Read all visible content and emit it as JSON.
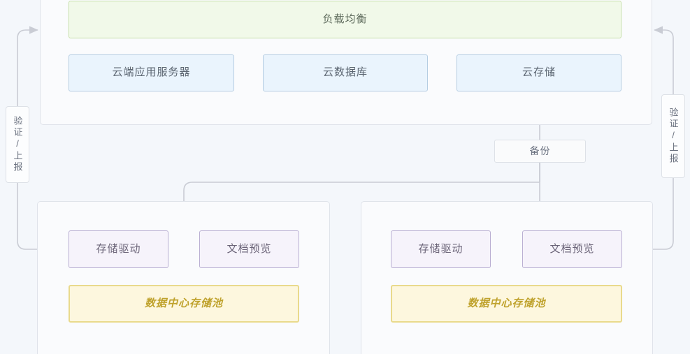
{
  "diagram": {
    "type": "architecture-diagram",
    "background_color": "#f4f7fb",
    "groups": [
      {
        "id": "cloud-group",
        "name": "cloud-layer-group"
      },
      {
        "id": "dc-left-group",
        "name": "datacenter-left-group"
      },
      {
        "id": "dc-right-group",
        "name": "datacenter-right-group"
      }
    ]
  },
  "cloud": {
    "load_balancer": "负载均衡",
    "app_server": "云端应用服务器",
    "database": "云数据库",
    "storage": "云存储",
    "colors": {
      "load_balancer_fill": "#f1f9e9",
      "load_balancer_border": "#c6dfa9",
      "service_fill": "#eaf4fd",
      "service_border": "#b5cde2"
    }
  },
  "backup": {
    "label": "备份",
    "fill": "#fafbfc",
    "border": "#dde1e7"
  },
  "datacenter_left": {
    "storage_driver": "存储驱动",
    "document_preview": "文档预览",
    "storage_pool": "数据中心存储池"
  },
  "datacenter_right": {
    "storage_driver": "存储驱动",
    "document_preview": "文档预览",
    "storage_pool": "数据中心存储池"
  },
  "datacenter_colors": {
    "module_fill": "#f6f3fb",
    "module_border": "#b9afd2",
    "pool_fill": "#fdf7de",
    "pool_border": "#e9da8c",
    "pool_text": "#bfa22c"
  },
  "edges": {
    "left_label": "验证/上报",
    "right_label": "验证/上报",
    "line_color": "#c9ccd4"
  }
}
